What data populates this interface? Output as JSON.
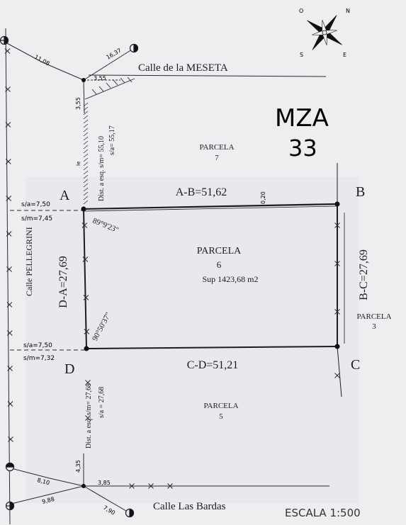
{
  "block": {
    "name": "MZA",
    "number": "33"
  },
  "streets": {
    "north": "Calle de la MESETA",
    "west": "Calle PELLEGRINI",
    "south": "Calle Las Bardas"
  },
  "vertices": {
    "a": "A",
    "b": "B",
    "c": "C",
    "d": "D"
  },
  "sides": {
    "ab": "A-B=51,62",
    "bc": "B-C=27,69",
    "cd": "C-D=51,21",
    "da": "D-A=27,69"
  },
  "angles": {
    "a": "89°9'23\"",
    "d": "90°50'37\""
  },
  "main_parcel": {
    "label": "PARCELA",
    "number": "6",
    "area": "Sup 1423,68 m2"
  },
  "parcels": {
    "north": {
      "label": "PARCELA",
      "number": "7"
    },
    "east": {
      "label": "PARCELA",
      "number": "3"
    },
    "south": {
      "label": "PARCELA",
      "number": "5"
    }
  },
  "dimensions": {
    "nw_diag_1": "11,08",
    "nw_diag_2": "16,37",
    "nw_corner": "3,55",
    "nw_vertical": "3,55",
    "dist_north_1": "Dist. a esq. s/m= 55,10",
    "dist_north_2": "s/a= 55,17",
    "offset_ab": "0,20",
    "west_a_sa": "s/a=7,50",
    "west_a_sm": "s/m=7,45",
    "west_d_sa": "s/a=7,50",
    "west_d_sm": "s/m=7,32",
    "dist_south_1": "Dist. a esq. s/m= 27,68",
    "dist_south_2": "s/a = 27,68",
    "sw_vertical": "4,35",
    "sw_corner": "3,85",
    "sw_diag_1": "8,10",
    "sw_diag_2": "9,88",
    "sw_diag_3": "7,90",
    "small_mark": "le"
  },
  "scale": "ESCALA 1:500",
  "compass": {
    "n": "N",
    "s": "S",
    "e": "E",
    "o": "O"
  }
}
